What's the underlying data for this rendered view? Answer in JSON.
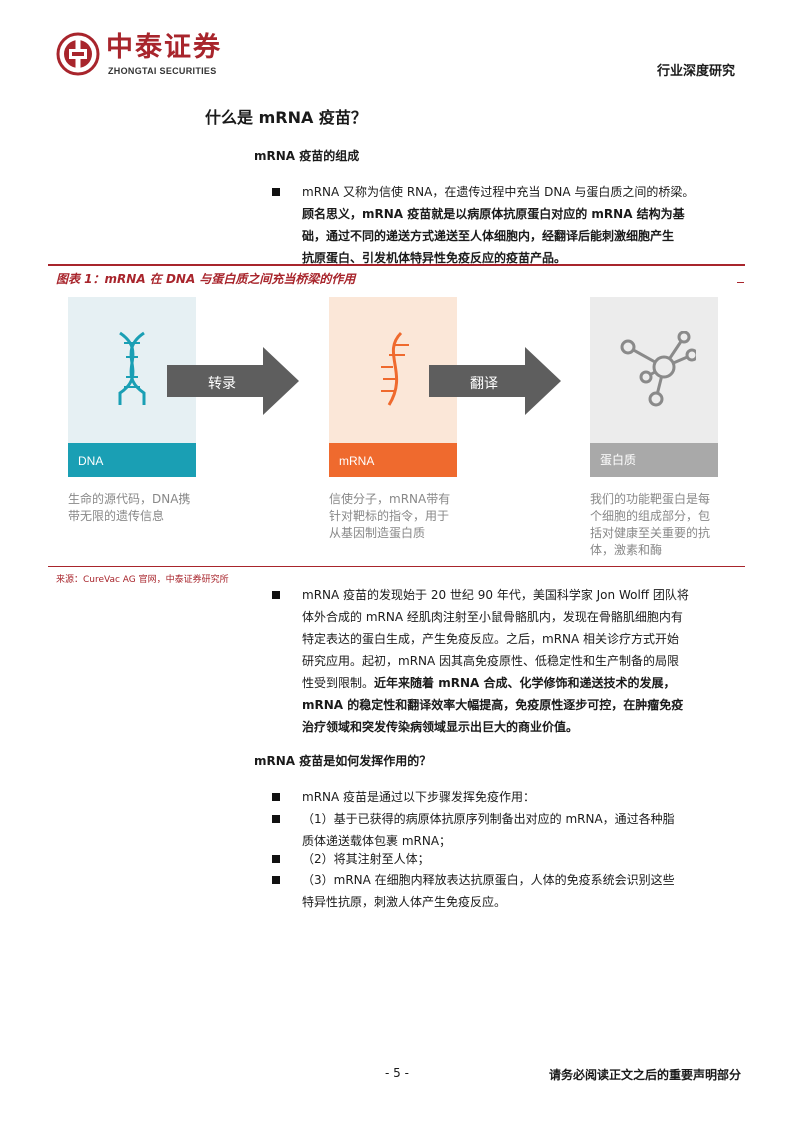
{
  "header": {
    "brand_cn": "中泰证券",
    "brand_en": "ZHONGTAI SECURITIES",
    "report_type": "行业深度研究",
    "brand_color": "#a8252c"
  },
  "section_title": "什么是 mRNA 疫苗？",
  "subhead_1": "mRNA 疫苗的组成",
  "para_1": {
    "line_1": "mRNA 又称为信使 RNA，在遗传过程中充当 DNA 与蛋白质之间的桥梁。",
    "line_2": "顾名思义，mRNA 疫苗就是以病原体抗原蛋白对应的 mRNA 结构为基",
    "line_3": "础，通过不同的递送方式递送至人体细胞内，经翻译后能刺激细胞产生",
    "line_4": "抗原蛋白、引发机体特异性免疫反应的疫苗产品。"
  },
  "figure": {
    "caption": "图表 1：mRNA 在 DNA 与蛋白质之间充当桥梁的作用",
    "source": "来源：CureVac AG 官网，中泰证券研究所",
    "cards": [
      {
        "label": "DNA",
        "icon": "dna-helix-icon",
        "band_color": "#1a9fb4",
        "desc": [
          "生命的源代码，DNA携",
          "带无限的遗传信息"
        ]
      },
      {
        "label": "mRNA",
        "icon": "mrna-strand-icon",
        "band_color": "#ef6a2e",
        "desc": [
          "信使分子，mRNA带有",
          "针对靶标的指令，用于",
          "从基因制造蛋白质"
        ]
      },
      {
        "label": "蛋白质",
        "icon": "protein-molecule-icon",
        "band_color": "#a9a9a9",
        "desc": [
          "我们的功能靶蛋白是每",
          "个细胞的组成部分，包",
          "括对健康至关重要的抗",
          "体，激素和酶"
        ]
      }
    ],
    "arrows": [
      "转录",
      "翻译"
    ]
  },
  "para_2": {
    "line_1": "mRNA 疫苗的发现始于 20 世纪 90 年代，美国科学家 Jon Wolff 团队将",
    "line_2": "体外合成的 mRNA 经肌肉注射至小鼠骨骼肌内，发现在骨骼肌细胞内有",
    "line_3": "特定表达的蛋白生成，产生免疫反应。之后，mRNA 相关诊疗方式开始",
    "line_4": "研究应用。起初，mRNA 因其高免疫原性、低稳定性和生产制备的局限",
    "line_5a": "性受到限制。",
    "line_5b": "近年来随着 mRNA 合成、化学修饰和递送技术的发展，",
    "line_6": "mRNA 的稳定性和翻译效率大幅提高，免疫原性逐步可控，在肿瘤免疫",
    "line_7": "治疗领域和突发传染病领域显示出巨大的商业价值。"
  },
  "subhead_2": "mRNA 疫苗是如何发挥作用的？",
  "steps": {
    "intro": "mRNA 疫苗是通过以下步骤发挥免疫作用：",
    "step1_a": "（1）基于已获得的病原体抗原序列制备出对应的 mRNA，通过各种脂",
    "step1_b": "质体递送载体包裹 mRNA；",
    "step2": "（2）将其注射至人体；",
    "step3_a": "（3）mRNA 在细胞内释放表达抗原蛋白，人体的免疫系统会识别这些",
    "step3_b": "特异性抗原，刺激人体产生免疫反应。"
  },
  "footer": {
    "page": "- 5 -",
    "note": "请务必阅读正文之后的重要声明部分"
  }
}
